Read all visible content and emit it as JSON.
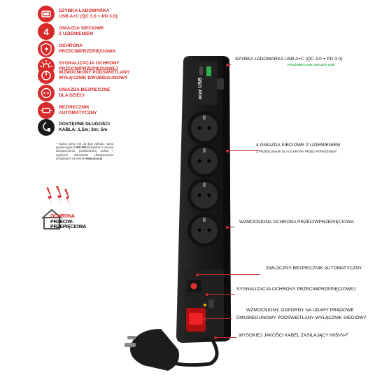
{
  "features": [
    {
      "icon": "usb-charger-icon",
      "lines": [
        "SZYBKA ŁADOWARKA",
        "USB A+C (QC 3.0 + PD 3.0)"
      ]
    },
    {
      "icon": "four-sockets-icon",
      "badge": "4",
      "lines": [
        "GNIAZDA SIECIOWE",
        "Z UZIEMIENIEM"
      ]
    },
    {
      "icon": "surge-protection-icon",
      "lines": [
        "OCHRONA",
        "PRZECIWPRZEPIĘCIOWA"
      ]
    },
    {
      "icon": "signal-lamp-icon",
      "lines": [
        "SYGNALIZACJA OCHRONY",
        "PRZECIWPRZEPIĘCIOWEJ"
      ]
    },
    {
      "icon": "illuminated-switch-icon",
      "lines": [
        "WZMOCNIONY PODŚWIETLANY",
        "WYŁĄCZNIK DWUBIEGUNOWY"
      ]
    },
    {
      "icon": "child-safe-socket-icon",
      "lines": [
        "GNIAZDA BEZPIECZNE",
        "DLA DZIECI"
      ]
    },
    {
      "icon": "fuse-icon",
      "lines": [
        "BEZPIECZNIK",
        "AUTOMATYCZNY"
      ]
    },
    {
      "icon": "cable-length-icon",
      "lines": [
        "DOSTĘPNE DŁUGOŚCI",
        "KABLA: 1,5m; 3m; 5m"
      ]
    }
  ],
  "note": {
    "lead": "* ważna przez rok od daty zakupu, suma gwarancyjna",
    "amount": "1 000 000 zł",
    "rest": "zgodnie z umową ubezpieczenia potwierdzoną polisą i ogólnymi warunkami ubezpieczenia dostępnymi na stronie",
    "site": "www.acar.pl"
  },
  "surge_badge": {
    "text1": "OCHRONA",
    "text2": "PRZECIW-",
    "text3": "PRZEPIĘCIOWA"
  },
  "product": {
    "brand": "acar",
    "usb_label": "USB"
  },
  "callouts": [
    {
      "text": "SZYBKA ŁADOWARKA USB A+C (QC 3.0 + PD 3.0)",
      "sub": "PODŚWIETLANE GNIAZDA USB"
    },
    {
      "text": "4 GNIAZDA SIECIOWE Z UZIEMIENIEM",
      "sub": "Z PRZESŁONAMI DLA OCHRONY PRZED PORAŻENIEM"
    },
    {
      "text": "WZMOCNIONA OCHRONA PRZECIWPRZEPIĘCIOWA"
    },
    {
      "text": "ZWŁOCZNY BEZPIECZNIK AUTOMATYCZNY"
    },
    {
      "text": "SYGNALIZACJA OCHRONY PRZECIWPRZEPIĘCIOWEJ"
    },
    {
      "text": "WZMOCNIONY, ODPORNY NA UDARY PRĄDOWE",
      "text2": "DWUBIEGUNOWY PODŚWIETLANY WYŁĄCZNIK SIECIOWY"
    },
    {
      "text": "WYSOKIEJ JAKOŚCI KABEL ZASILAJĄCY H05VV-F"
    }
  ],
  "colors": {
    "accent": "#d62b2b",
    "green": "#2db34a",
    "body": "#1a1a1a"
  }
}
